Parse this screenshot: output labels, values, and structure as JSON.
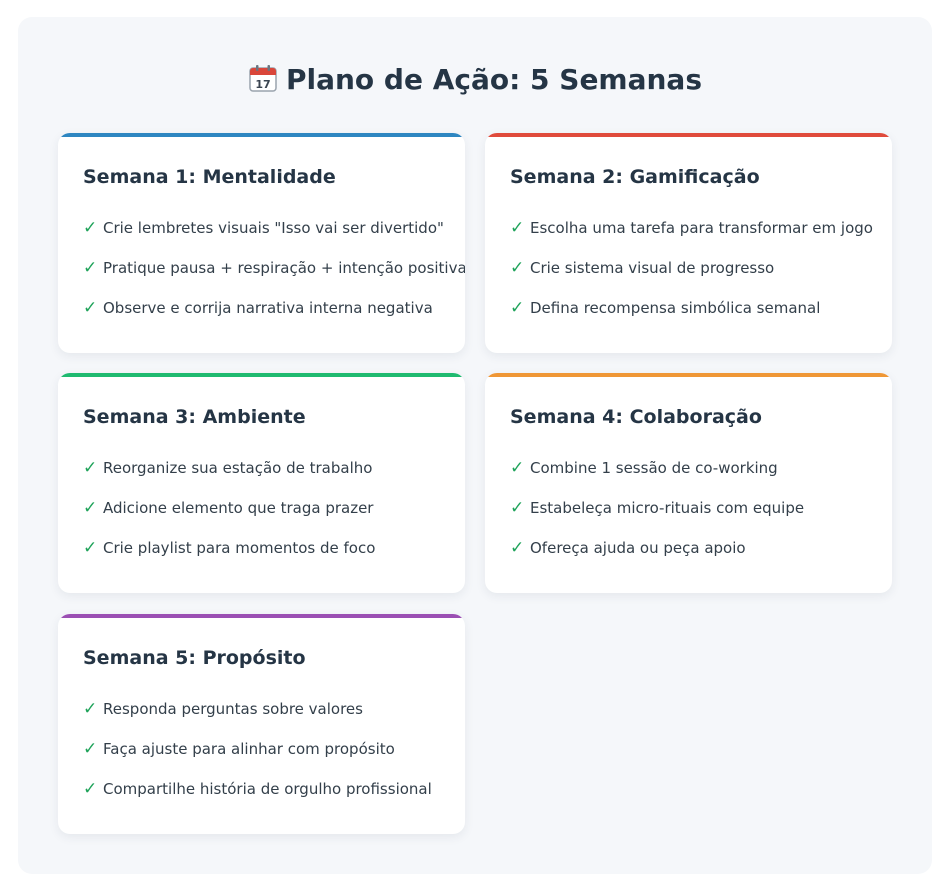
{
  "page": {
    "title": "Plano de Ação: 5 Semanas",
    "icon": "calendar-icon"
  },
  "colors": {
    "background": "#f5f7fa",
    "title": "#253545",
    "check": "#1fa35a"
  },
  "weeks": [
    {
      "title": "Semana 1: Mentalidade",
      "accent": "#2e86c1",
      "tasks": [
        "Crie lembretes visuais \"Isso vai ser divertido\"",
        "Pratique pausa + respiração + intenção positiva",
        "Observe e corrija narrativa interna negativa"
      ]
    },
    {
      "title": "Semana 2: Gamificação",
      "accent": "#e04b3c",
      "tasks": [
        "Escolha uma tarefa para transformar em jogo",
        "Crie sistema visual de progresso",
        "Defina recompensa simbólica semanal"
      ]
    },
    {
      "title": "Semana 3: Ambiente",
      "accent": "#1fba70",
      "tasks": [
        "Reorganize sua estação de trabalho",
        "Adicione elemento que traga prazer",
        "Crie playlist para momentos de foco"
      ]
    },
    {
      "title": "Semana 4: Colaboração",
      "accent": "#ef9736",
      "tasks": [
        "Combine 1 sessão de co-working",
        "Estabeleça micro-rituais com equipe",
        "Ofereça ajuda ou peça apoio"
      ]
    },
    {
      "title": "Semana 5: Propósito",
      "accent": "#9b4fb3",
      "tasks": [
        "Responda perguntas sobre valores",
        "Faça ajuste para alinhar com propósito",
        "Compartilhe história de orgulho profissional"
      ]
    }
  ]
}
